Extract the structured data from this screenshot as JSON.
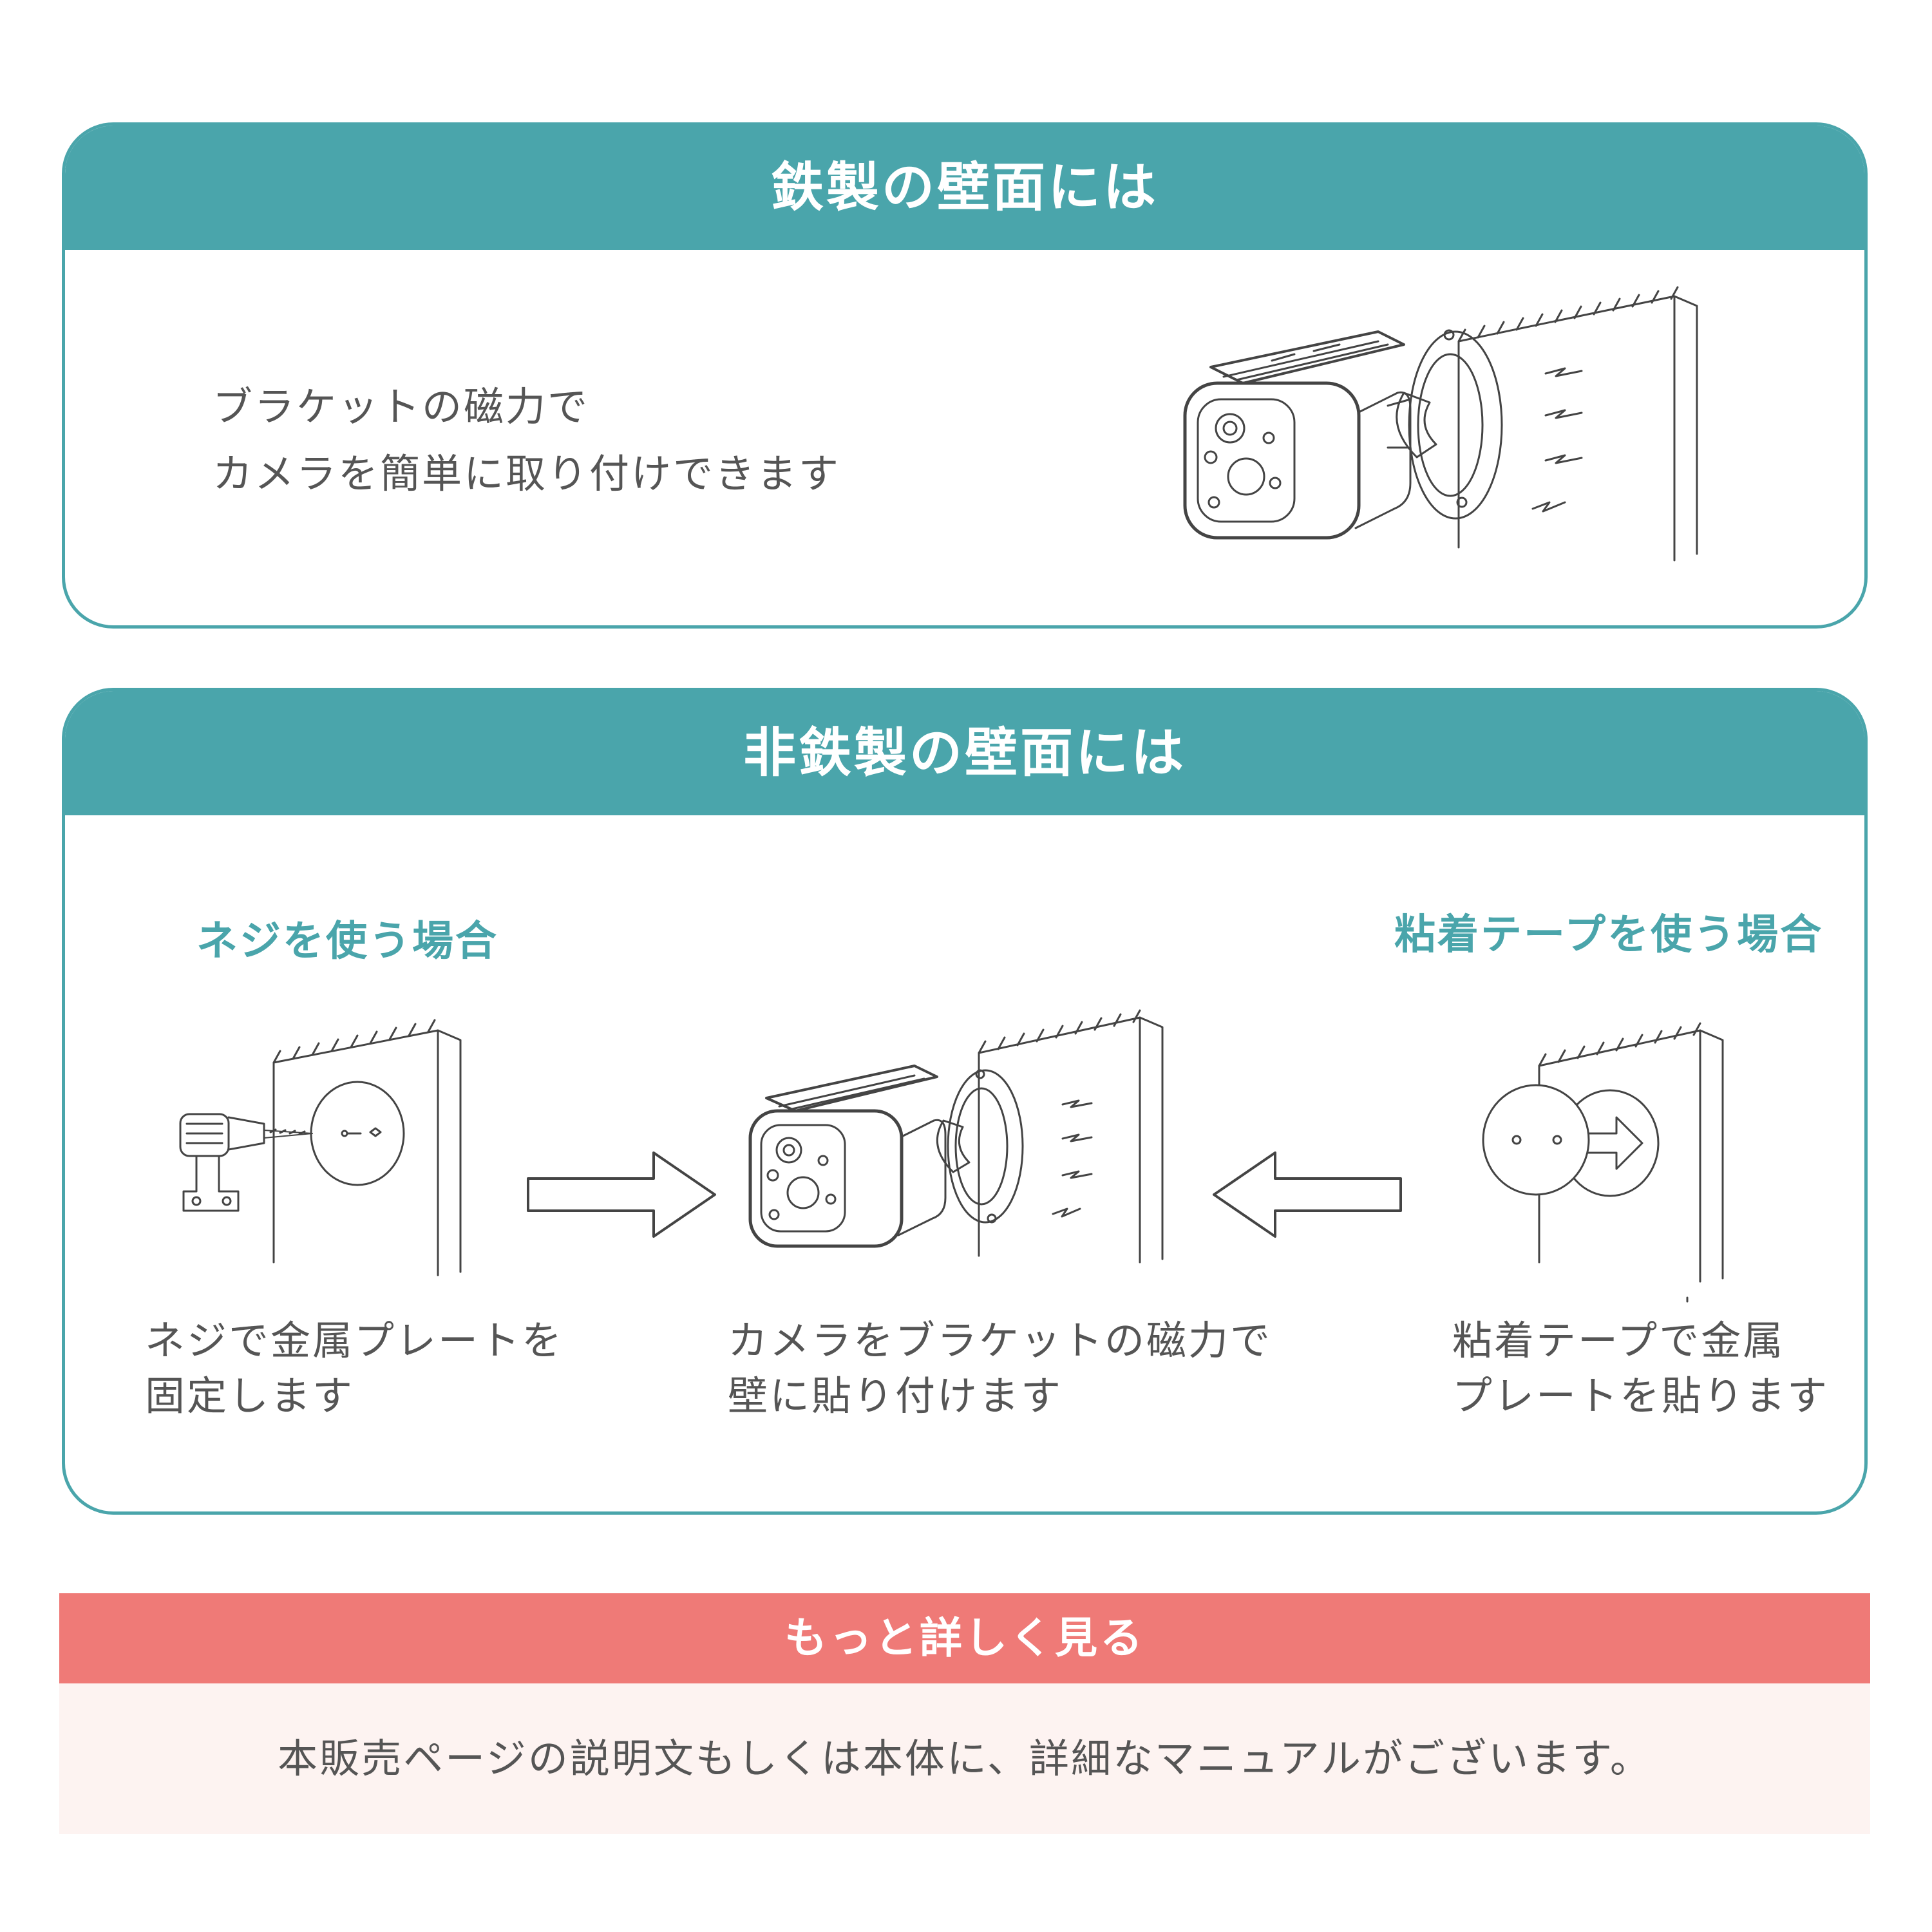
{
  "iron_panel": {
    "title": "鉄製の壁面には",
    "text_line1": "ブラケットの磁力で",
    "text_line2": "カメラを簡単に取り付けできます"
  },
  "non_iron_panel": {
    "title": "非鉄製の壁面には",
    "screw": {
      "heading": "ネジを使う場合",
      "line1": "ネジで金属プレートを",
      "line2": "固定します"
    },
    "center": {
      "line1": "カメラをブラケットの磁力で",
      "line2": "壁に貼り付けます"
    },
    "tape": {
      "heading": "粘着テープを使う場合",
      "line1": "粘着テープで金属",
      "line2": "プレートを貼ります"
    }
  },
  "more": {
    "heading": "もっと詳しく見る",
    "body": "本販売ページの説明文もしくは本体に、詳細なマニュアルがございます。"
  },
  "colors": {
    "teal": "#4aa5ab",
    "coral": "#ef7a77",
    "pale_pink": "#fdf3f1",
    "text_gray": "#555555"
  },
  "icons": [
    "wall-icon",
    "security-camera-icon",
    "magnet-bracket-icon",
    "drill-icon",
    "screw-icon",
    "metal-plate-icon",
    "arrow-right-icon",
    "arrow-left-icon",
    "adhesive-tape-icon"
  ]
}
